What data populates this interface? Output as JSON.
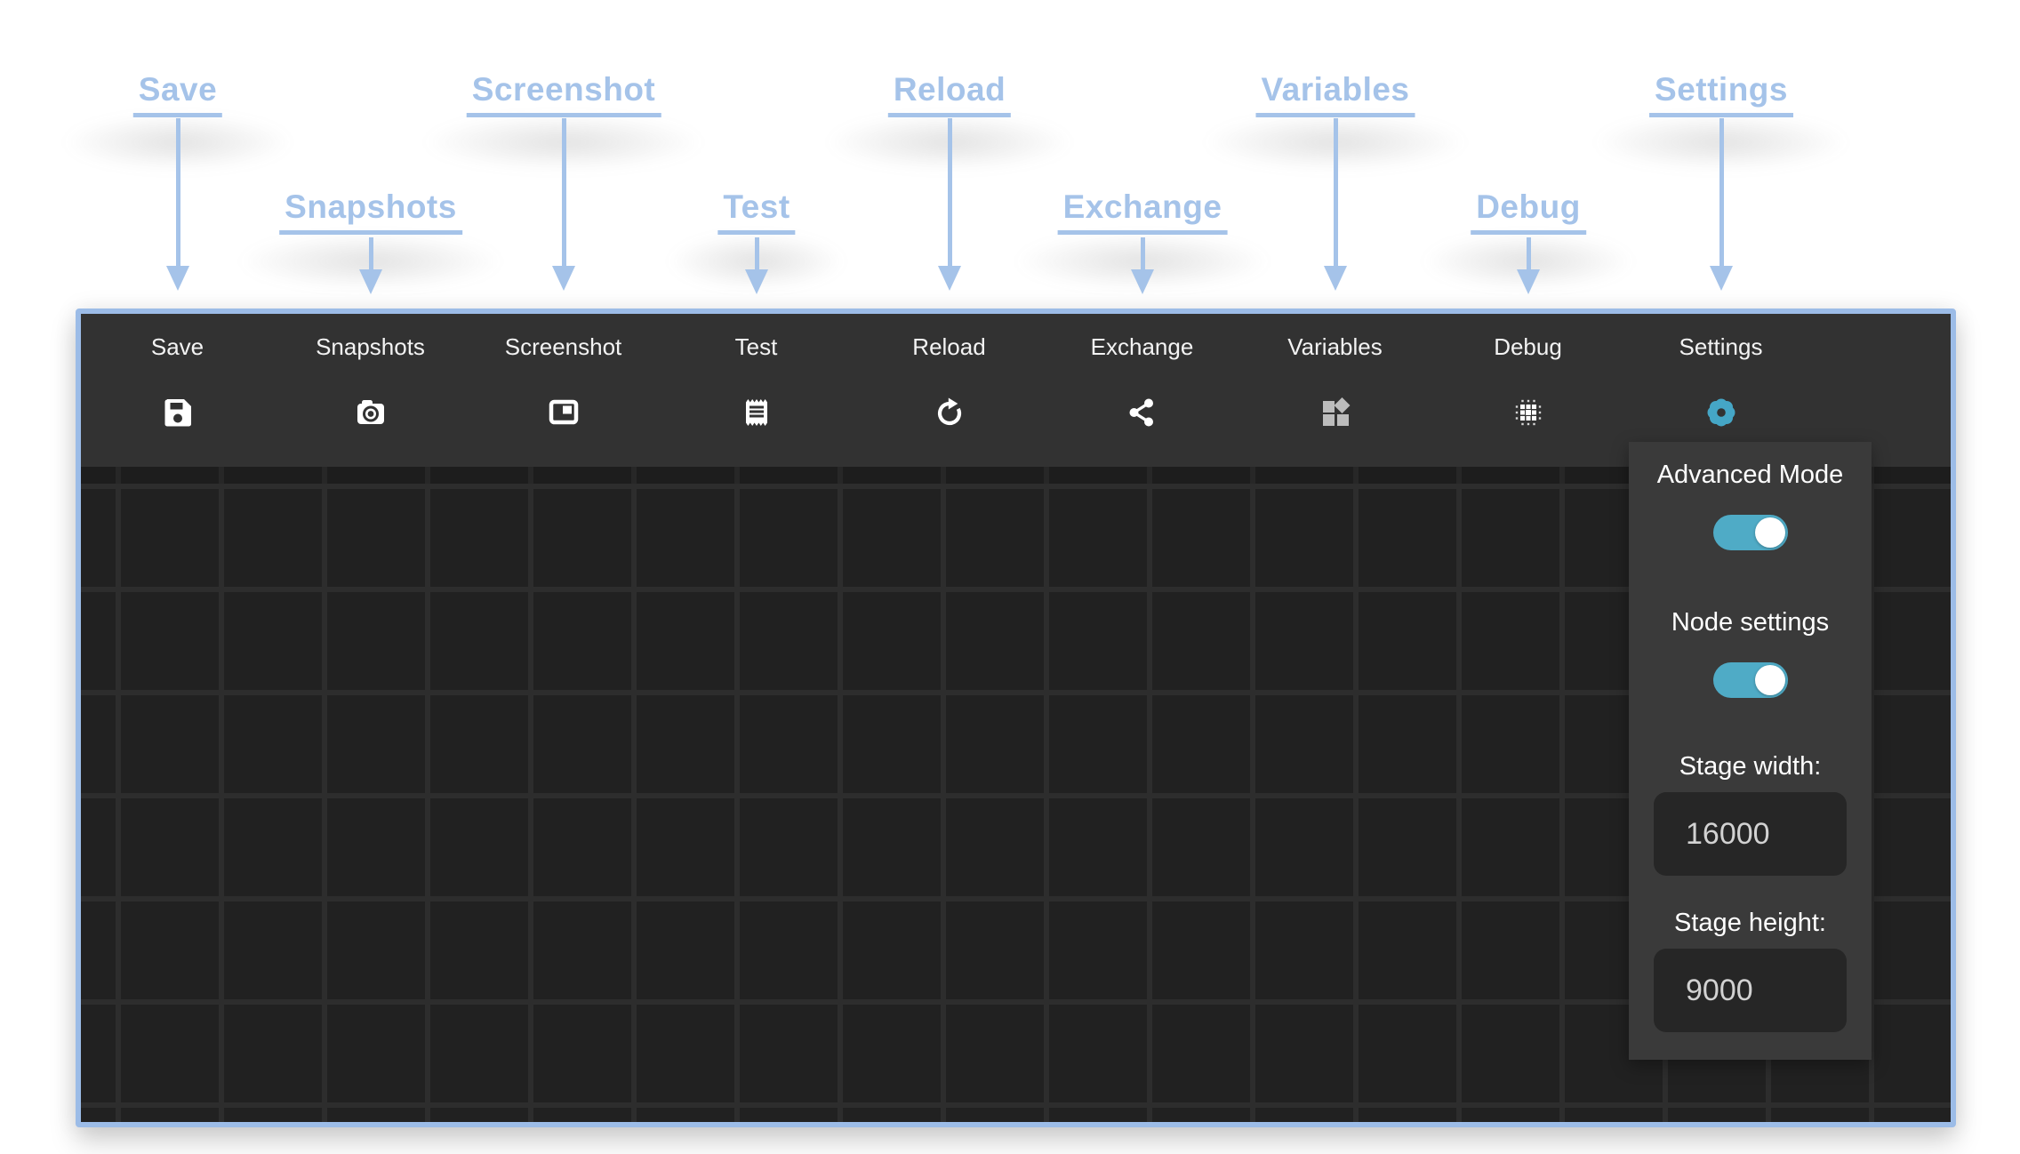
{
  "annotations": {
    "labels": [
      {
        "text": "Save"
      },
      {
        "text": "Snapshots"
      },
      {
        "text": "Screenshot"
      },
      {
        "text": "Test"
      },
      {
        "text": "Reload"
      },
      {
        "text": "Exchange"
      },
      {
        "text": "Variables"
      },
      {
        "text": "Debug"
      },
      {
        "text": "Settings"
      }
    ]
  },
  "toolbar": {
    "items": [
      {
        "label": "Save",
        "icon": "save-icon"
      },
      {
        "label": "Snapshots",
        "icon": "camera-icon"
      },
      {
        "label": "Screenshot",
        "icon": "screenshot-icon"
      },
      {
        "label": "Test",
        "icon": "receipt-icon"
      },
      {
        "label": "Reload",
        "icon": "reload-icon"
      },
      {
        "label": "Exchange",
        "icon": "share-icon"
      },
      {
        "label": "Variables",
        "icon": "blocks-icon"
      },
      {
        "label": "Debug",
        "icon": "dots-grid-icon"
      },
      {
        "label": "Settings",
        "icon": "gear-icon"
      }
    ]
  },
  "settings_panel": {
    "advanced_mode_label": "Advanced Mode",
    "advanced_mode_on": true,
    "node_settings_label": "Node settings",
    "node_settings_on": true,
    "stage_width_label": "Stage width:",
    "stage_width_value": "16000",
    "stage_height_label": "Stage height:",
    "stage_height_value": "9000"
  },
  "colors": {
    "annotation_blue": "#a5c3e9",
    "window_border": "#9cbce7",
    "accent_teal": "#4fabc6",
    "toolbar_bg": "#323232",
    "panel_bg": "#3a3a3a",
    "canvas_bg": "#212121"
  }
}
